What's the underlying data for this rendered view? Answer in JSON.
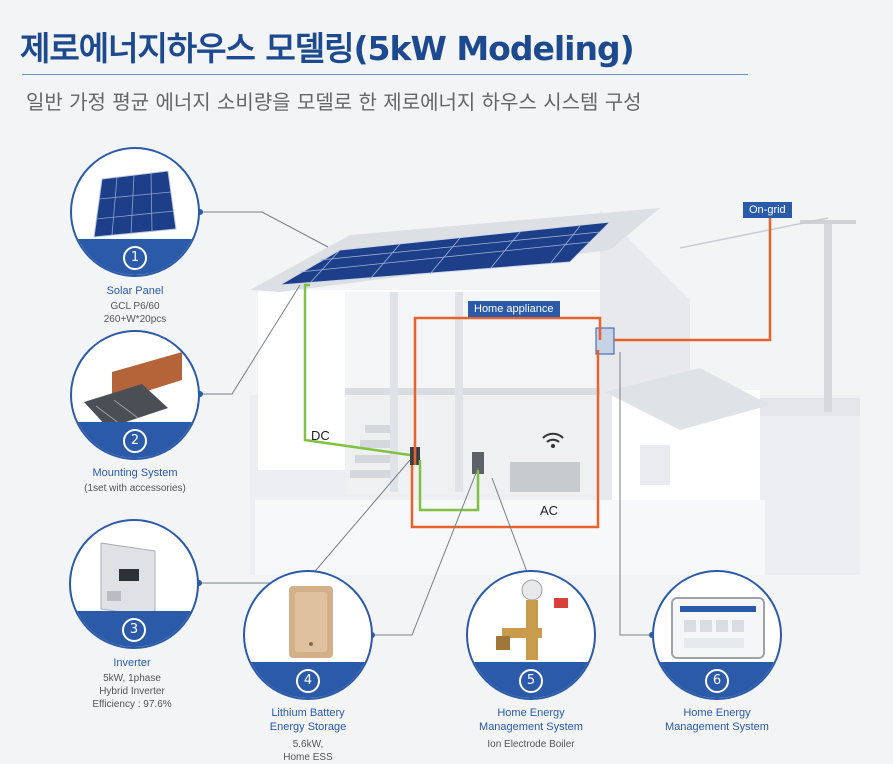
{
  "title": "제로에너지하우스 모델링(5kW Modeling)",
  "subtitle": "일반 가정 평균 에너지 소비량을 모델로 한 제로에너지 하우스 시스템 구성",
  "labels": {
    "on_grid": "On-grid",
    "home_appliance": "Home appliance",
    "dc": "DC",
    "ac": "AC"
  },
  "components": [
    {
      "num": "1",
      "name": "Solar Panel",
      "desc": [
        "GCL P6/60",
        "260+W*20pcs"
      ]
    },
    {
      "num": "2",
      "name": "Mounting System",
      "desc": [
        "(1set with accessories)"
      ]
    },
    {
      "num": "3",
      "name": "Inverter",
      "desc": [
        "5kW, 1phase",
        "Hybrid Inverter",
        "Efficiency : 97.6%"
      ]
    },
    {
      "num": "4",
      "name": "Lithium Battery\nEnergy Storage",
      "name_lines": [
        "Lithium Battery",
        "Energy Storage"
      ],
      "desc": [
        "5.6kW,",
        "Home ESS"
      ]
    },
    {
      "num": "5",
      "name_lines": [
        "Home Energy",
        "Management System"
      ],
      "desc": [
        "Ion Electrode Boiler"
      ]
    },
    {
      "num": "6",
      "name_lines": [
        "Home Energy",
        "Management System"
      ],
      "desc": []
    }
  ],
  "colors": {
    "brand_blue": "#2a5aa8",
    "title_blue": "#1d4a8f",
    "dc_line": "#7fc241",
    "ac_line": "#e8622c"
  }
}
